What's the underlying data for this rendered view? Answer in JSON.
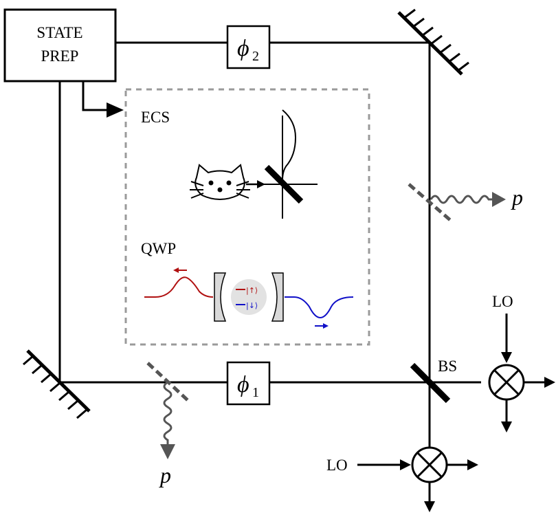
{
  "labels": {
    "state_prep_line1": "STATE",
    "state_prep_line2": "PREP",
    "ecs": "ECS",
    "qwp": "QWP",
    "bs": "BS",
    "lo_top": "LO",
    "lo_bottom": "LO",
    "phase2_symbol": "ϕ",
    "phase2_sub": "2",
    "phase1_symbol": "ϕ",
    "phase1_sub": "1",
    "p_right": "p",
    "p_bottom": "p",
    "ket_up": "|↑⟩",
    "ket_down": "|↓⟩"
  },
  "colors": {
    "beam": "#000000",
    "loss": "#555555",
    "dashed_box": "#9a9a9a",
    "red_pulse": "#b01010",
    "blue_pulse": "#1010c8",
    "atom": "#e2e2e2",
    "mirror_fill": "#d9d9d9"
  }
}
